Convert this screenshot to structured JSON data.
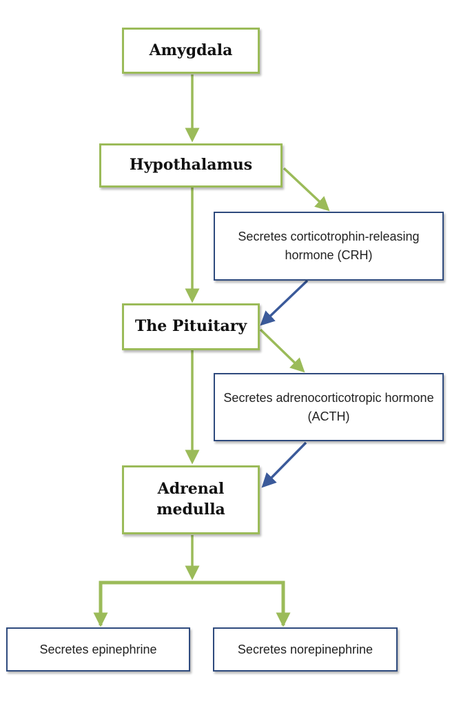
{
  "colors": {
    "green_border": "#9bbb59",
    "green_arrow": "#9bbb59",
    "blue_border": "#2e4a7d",
    "blue_arrow": "#3b5a9a"
  },
  "nodes": {
    "amygdala": "Amygdala",
    "hypothalamus": "Hypothalamus",
    "crh": "Secretes corticotrophin-releasing hormone (CRH)",
    "pituitary": "The Pituitary",
    "acth": "Secretes adrenocorticotropic hormone (ACTH)",
    "adrenal": "Adrenal medulla",
    "epinephrine": "Secretes epinephrine",
    "norepinephrine": "Secretes norepinephrine"
  }
}
